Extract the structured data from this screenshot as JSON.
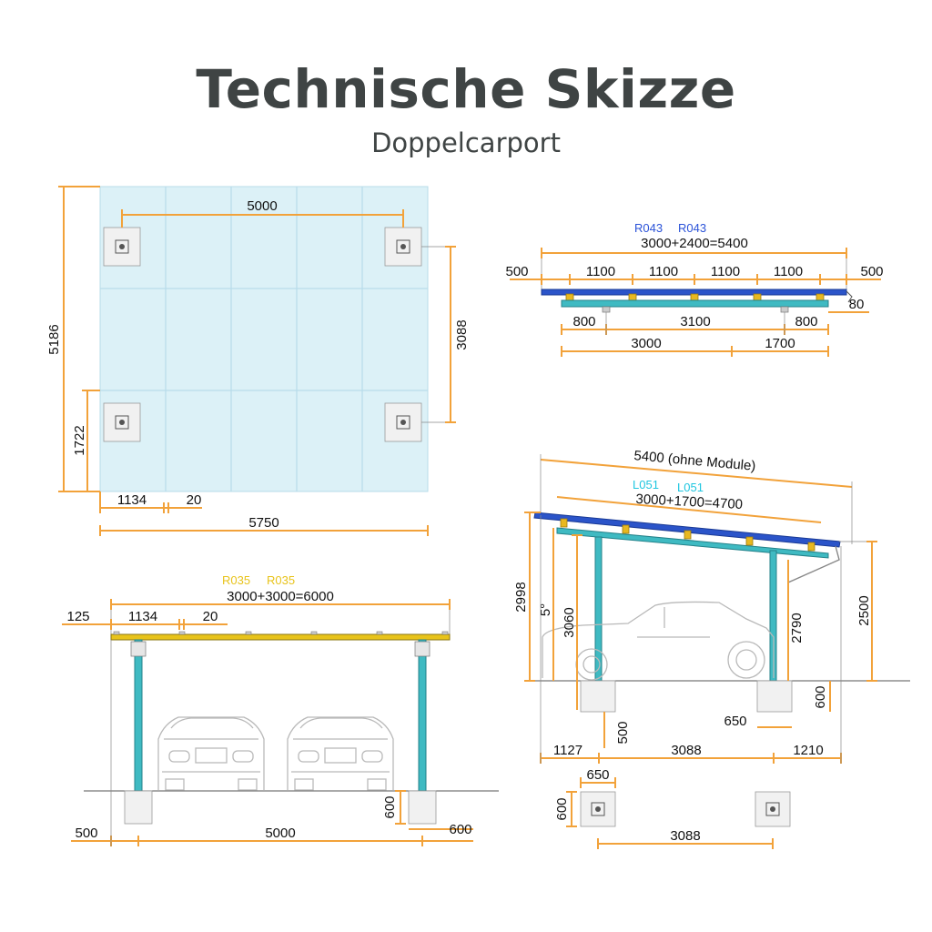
{
  "header": {
    "title": "Technische Skizze",
    "subtitle": "Doppelcarport"
  },
  "top_view": {
    "dim_width_top": "5000",
    "dim_depth_total": "5186",
    "dim_depth_posts": "3088",
    "dim_depth_lower": "1722",
    "dim_offset_left": "1134",
    "dim_gap": "20",
    "dim_width_total": "5750"
  },
  "panel_side_view": {
    "code_1": "R043",
    "code_2": "R043",
    "formula": "3000+2400=5400",
    "dim_overhang_left": "500",
    "dim_spacing_1": "1100",
    "dim_spacing_2": "1100",
    "dim_spacing_3": "1100",
    "dim_spacing_4": "1100",
    "dim_overhang_right": "500",
    "dim_end": "80",
    "dim_left_inner": "800",
    "dim_middle": "3100",
    "dim_right_inner": "800",
    "dim_rail_1": "3000",
    "dim_rail_2": "1700"
  },
  "front_view": {
    "code_1": "R035",
    "code_2": "R035",
    "formula": "3000+3000=6000",
    "dim_offset": "125",
    "dim_left": "1134",
    "dim_gap": "20",
    "dim_foundation_depth": "600",
    "dim_overhang": "500",
    "dim_post_span": "5000",
    "dim_foundation_width": "600"
  },
  "side_view": {
    "dim_length": "5400 (ohne Module)",
    "code_1": "L051",
    "code_2": "L051",
    "formula": "3000+1700=4700",
    "dim_height_front": "2998",
    "angle": "5°",
    "dim_post_front": "3060",
    "dim_post_rear": "2790",
    "dim_height_rear": "2500",
    "dim_foundation_depth": "600",
    "dim_foundation_embed": "500",
    "dim_foundation_width": "650",
    "dim_overhang_front": "1127",
    "dim_post_span": "3088",
    "dim_overhang_rear": "1210"
  },
  "foundation_detail": {
    "dim_width": "650",
    "dim_depth": "600",
    "dim_span": "3088"
  },
  "colors": {
    "dimension": "#f2a23a",
    "steel": "#3fbac2",
    "module": "#2b54c9",
    "clamp": "#e8b820",
    "title": "#3f4444"
  }
}
